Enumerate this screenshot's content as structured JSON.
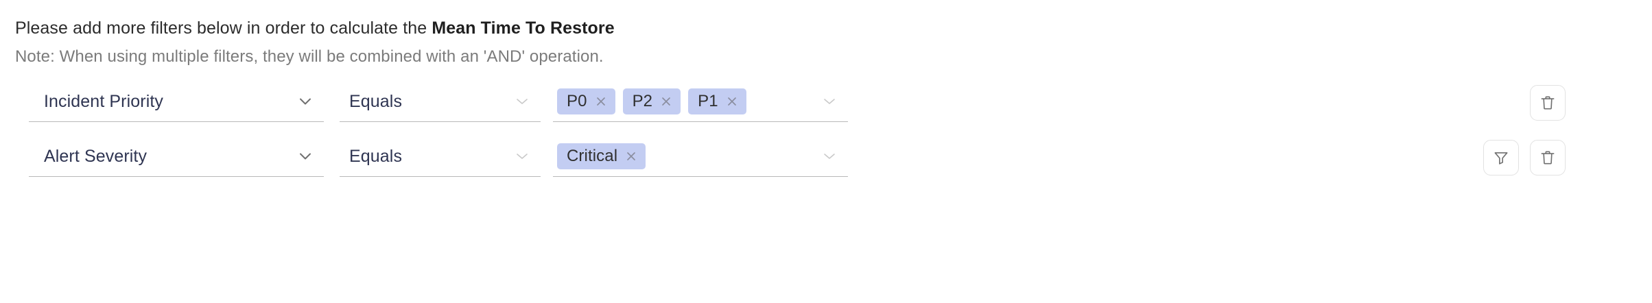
{
  "heading": {
    "prefix": "Please add more filters below in order to calculate the ",
    "metric": "Mean Time To Restore"
  },
  "note": "Note: When using multiple filters, they will be combined with an 'AND' operation.",
  "colors": {
    "chip_background": "#c3cdf2",
    "chip_text": "#303030",
    "field_text": "#2f3552",
    "note_text": "#7b7b7b",
    "underline": "#b9b9b9",
    "button_border": "#e2e2e2",
    "icon_stroke": "#6f6f6f"
  },
  "filters": [
    {
      "attribute": "Incident Priority",
      "operator": "Equals",
      "values": [
        {
          "label": "P0"
        },
        {
          "label": "P2"
        },
        {
          "label": "P1"
        }
      ],
      "actions": [
        {
          "name": "delete-filter-button",
          "icon": "trash-icon"
        }
      ]
    },
    {
      "attribute": "Alert Severity",
      "operator": "Equals",
      "values": [
        {
          "label": "Critical"
        }
      ],
      "actions": [
        {
          "name": "add-filter-button",
          "icon": "funnel-icon"
        },
        {
          "name": "delete-filter-button",
          "icon": "trash-icon"
        }
      ]
    }
  ]
}
